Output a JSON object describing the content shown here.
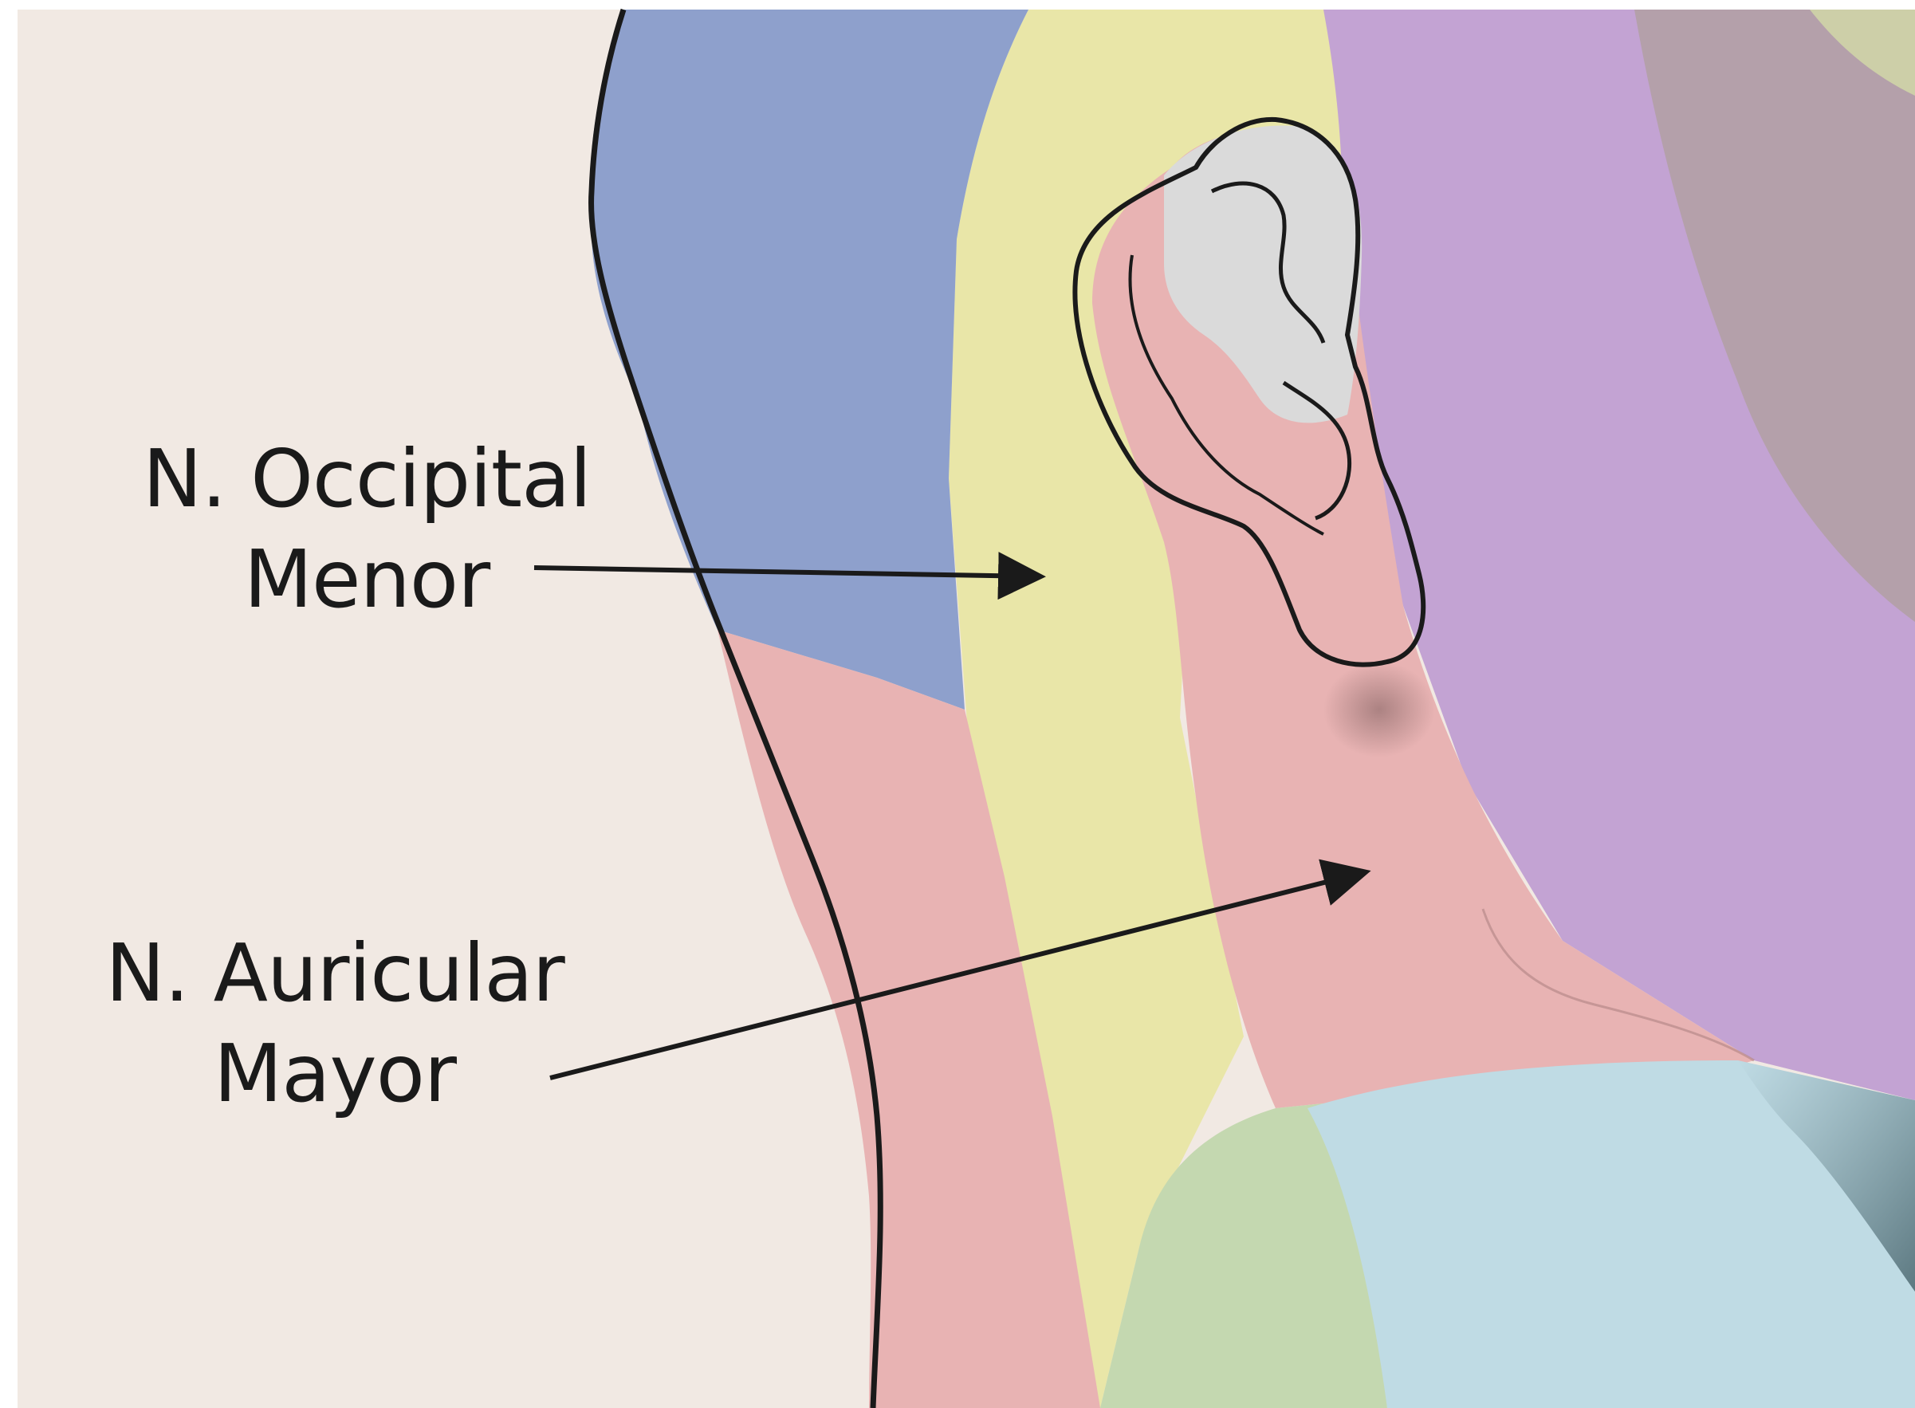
{
  "diagram": {
    "labels": {
      "occipital": {
        "line1": "N. Occipital",
        "line2": "Menor"
      },
      "auricular": {
        "line1": "N. Auricular",
        "line2": "Mayor"
      }
    },
    "regions": [
      {
        "name": "background",
        "color": "#f1e9e3"
      },
      {
        "name": "blue-zone",
        "color": "#8ea0cc"
      },
      {
        "name": "yellow-zone",
        "color": "#e9e6a8"
      },
      {
        "name": "purple-zone",
        "color": "#c3a3d3"
      },
      {
        "name": "mauve-zone",
        "color": "#b4a0aa"
      },
      {
        "name": "pink-zone",
        "color": "#e8b3b3"
      },
      {
        "name": "green-zone",
        "color": "#c4d8b0"
      },
      {
        "name": "light-blue-zone",
        "color": "#bfdbe4"
      },
      {
        "name": "ear-concha",
        "color": "#dadada"
      }
    ],
    "stroke_color": "#1a1a1a"
  }
}
